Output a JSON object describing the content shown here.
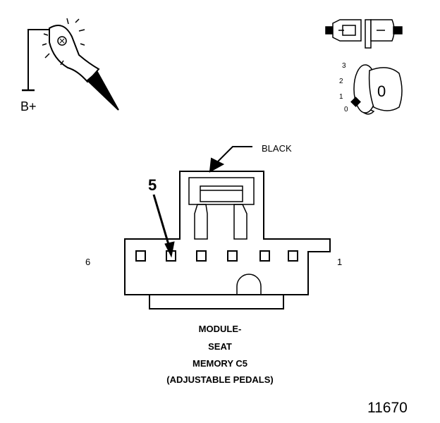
{
  "probe": {
    "supply_label": "B+"
  },
  "ignition": {
    "positions": [
      "3",
      "2",
      "1",
      "0"
    ],
    "key_label": "0"
  },
  "connector": {
    "color_callout": "BLACK",
    "pin_callout": "5",
    "left_end_pin": "6",
    "right_end_pin": "1",
    "cavity_count": 6
  },
  "caption": {
    "lines": [
      "MODULE-",
      "SEAT",
      "MEMORY C5",
      "(ADJUSTABLE PEDALS)"
    ]
  },
  "figure_number": "11670",
  "colors": {
    "ink": "#000000",
    "background": "#ffffff",
    "shading": "#d9d9d9"
  }
}
